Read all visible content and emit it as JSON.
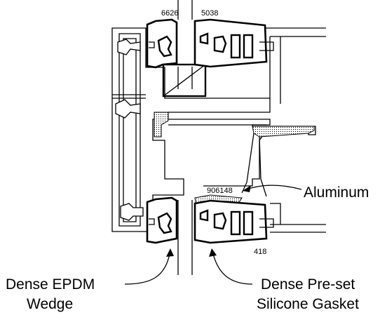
{
  "labels": {
    "part_top_left": "6626",
    "part_top_right": "5038",
    "part_middle": "906148",
    "part_bottom": "418",
    "aluminum": "Aluminum",
    "wedge_line1": "Dense EPDM",
    "wedge_line2": "Wedge",
    "gasket_line1": "Dense Pre-set",
    "gasket_line2": "Silicone Gasket"
  }
}
